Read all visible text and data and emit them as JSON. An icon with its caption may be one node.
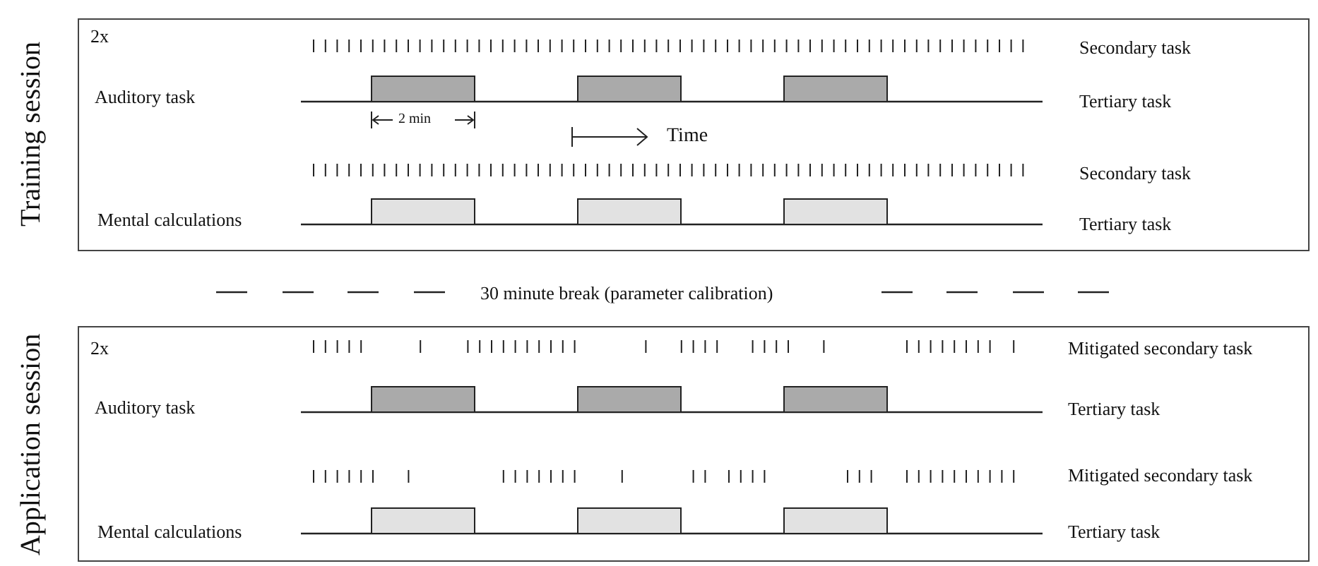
{
  "diagram": {
    "nodes": [
      {
        "text": [
          "2x",
          "Auditory task",
          "Mental calculations",
          "Secondary task",
          "Tertiary task",
          "Secondary task",
          "Tertiary task"
        ],
        "beside": [
          "Training session"
        ]
      },
      {
        "text": [
          "2x",
          "Auditory task",
          "Mental calculations",
          "Mitigated secondary task",
          "Tertiary task",
          "Mitigated secondary task",
          "Tertiary task"
        ],
        "beside": [
          "Application session"
        ]
      }
    ],
    "labels": [
      "2 min",
      "Time",
      "30 minute break (parameter calibration)"
    ]
  }
}
